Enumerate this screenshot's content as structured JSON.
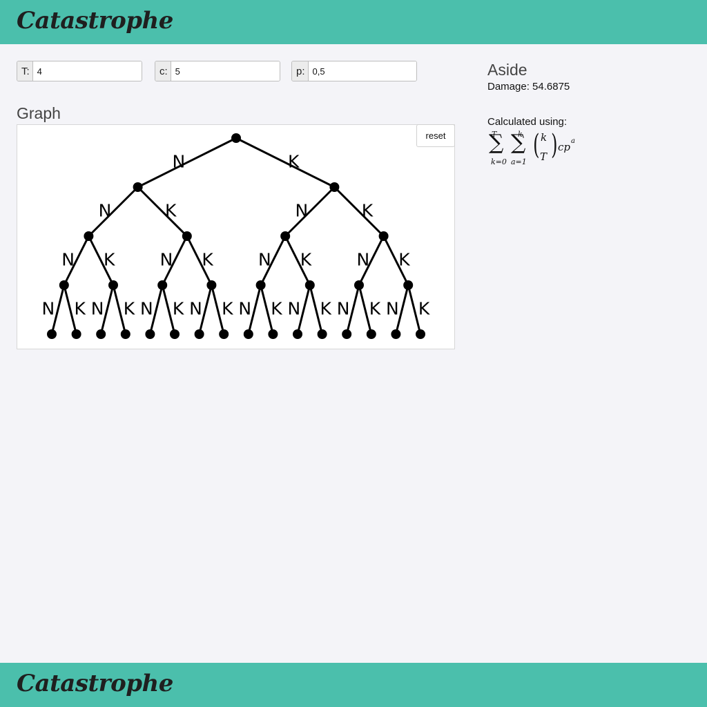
{
  "header": {
    "brand": "Catastrophe"
  },
  "footer": {
    "brand": "Catastrophe"
  },
  "inputs": {
    "t": {
      "label": "T:",
      "value": "4"
    },
    "c": {
      "label": "c:",
      "value": "5"
    },
    "p": {
      "label": "p:",
      "value": "0,5"
    }
  },
  "graph": {
    "heading": "Graph",
    "reset_label": "reset",
    "depth": 4,
    "left_edge_label": "N",
    "right_edge_label": "K"
  },
  "aside": {
    "title": "Aside",
    "damage_label": "Damage:",
    "damage_value": "54.6875",
    "calculated_label": "Calculated using:",
    "formula": {
      "outer_upper": "T",
      "outer_lower": "k=0",
      "inner_upper": "k",
      "inner_lower": "a=1",
      "binom_top": "k",
      "binom_bottom": "T",
      "term": "cp",
      "exponent": "a"
    }
  }
}
